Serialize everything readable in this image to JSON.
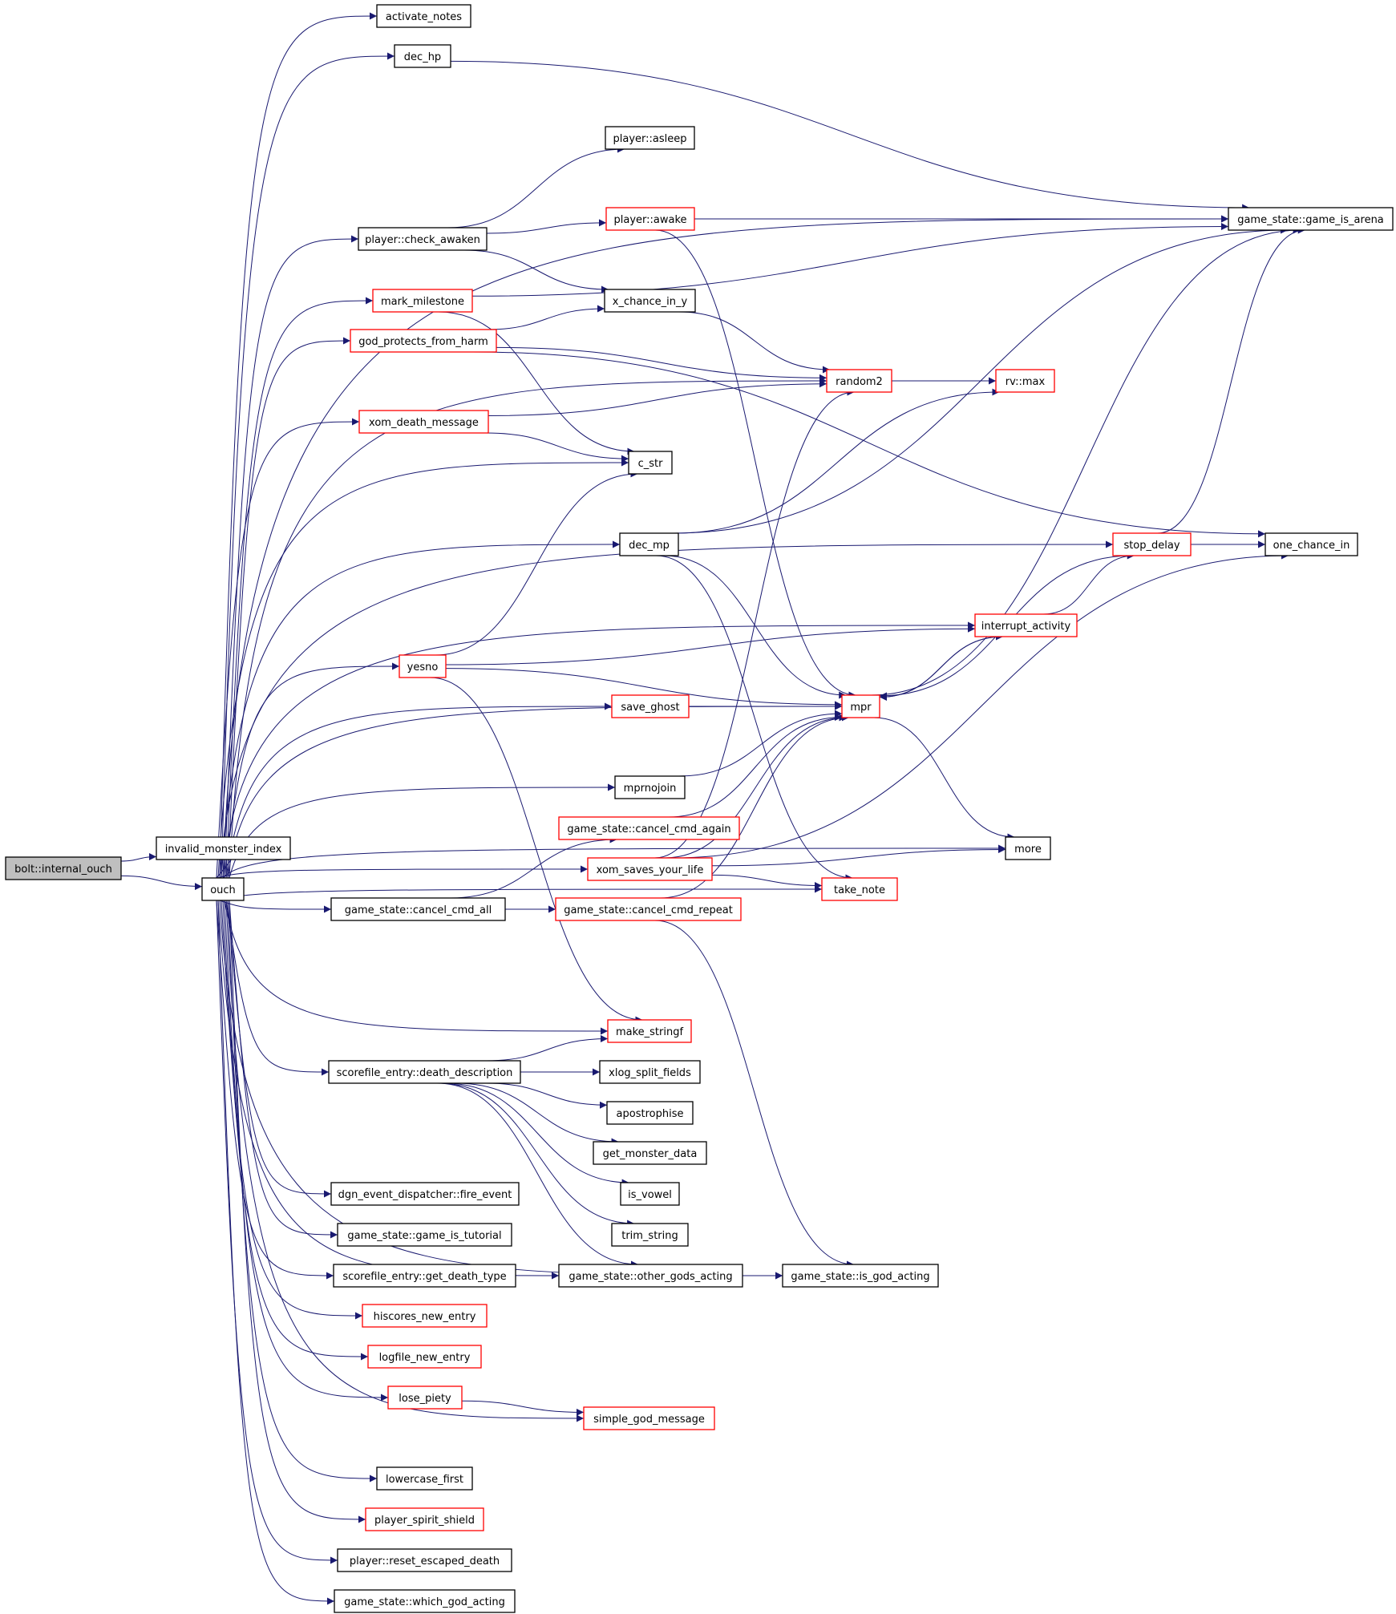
{
  "diagram": {
    "type": "call-graph",
    "colors": {
      "edge": "#191970",
      "node_border_default": "#000000",
      "node_border_truncated": "#ff0000",
      "root_fill": "#bfbfbf",
      "node_fill": "#ffffff",
      "text": "#000000"
    },
    "nodes": [
      {
        "id": "bolt_internal_ouch",
        "label": "bolt::internal_ouch",
        "style": "root"
      },
      {
        "id": "invalid_monster_index",
        "label": "invalid_monster_index",
        "style": "normal"
      },
      {
        "id": "ouch",
        "label": "ouch",
        "style": "normal"
      },
      {
        "id": "activate_notes",
        "label": "activate_notes",
        "style": "normal"
      },
      {
        "id": "dec_hp",
        "label": "dec_hp",
        "style": "normal"
      },
      {
        "id": "player_asleep",
        "label": "player::asleep",
        "style": "normal"
      },
      {
        "id": "player_check_awaken",
        "label": "player::check_awaken",
        "style": "normal"
      },
      {
        "id": "player_awake",
        "label": "player::awake",
        "style": "red"
      },
      {
        "id": "game_is_arena",
        "label": "game_state::game_is_arena",
        "style": "normal"
      },
      {
        "id": "mark_milestone",
        "label": "mark_milestone",
        "style": "red"
      },
      {
        "id": "x_chance_in_y",
        "label": "x_chance_in_y",
        "style": "normal"
      },
      {
        "id": "god_protects_from_harm",
        "label": "god_protects_from_harm",
        "style": "red"
      },
      {
        "id": "random2",
        "label": "random2",
        "style": "red"
      },
      {
        "id": "rv_max",
        "label": "rv::max",
        "style": "red"
      },
      {
        "id": "xom_death_message",
        "label": "xom_death_message",
        "style": "red"
      },
      {
        "id": "c_str",
        "label": "c_str",
        "style": "normal"
      },
      {
        "id": "dec_mp",
        "label": "dec_mp",
        "style": "normal"
      },
      {
        "id": "stop_delay",
        "label": "stop_delay",
        "style": "red"
      },
      {
        "id": "one_chance_in",
        "label": "one_chance_in",
        "style": "normal"
      },
      {
        "id": "interrupt_activity",
        "label": "interrupt_activity",
        "style": "red"
      },
      {
        "id": "yesno",
        "label": "yesno",
        "style": "red"
      },
      {
        "id": "save_ghost",
        "label": "save_ghost",
        "style": "red"
      },
      {
        "id": "mpr",
        "label": "mpr",
        "style": "red"
      },
      {
        "id": "mprnojoin",
        "label": "mprnojoin",
        "style": "normal"
      },
      {
        "id": "cancel_cmd_again",
        "label": "game_state::cancel_cmd_again",
        "style": "red"
      },
      {
        "id": "more",
        "label": "more",
        "style": "normal"
      },
      {
        "id": "xom_saves_your_life",
        "label": "xom_saves_your_life",
        "style": "red"
      },
      {
        "id": "take_note",
        "label": "take_note",
        "style": "red"
      },
      {
        "id": "cancel_cmd_all",
        "label": "game_state::cancel_cmd_all",
        "style": "normal"
      },
      {
        "id": "cancel_cmd_repeat",
        "label": "game_state::cancel_cmd_repeat",
        "style": "red"
      },
      {
        "id": "make_stringf",
        "label": "make_stringf",
        "style": "red"
      },
      {
        "id": "death_description",
        "label": "scorefile_entry::death_description",
        "style": "normal"
      },
      {
        "id": "xlog_split_fields",
        "label": "xlog_split_fields",
        "style": "normal"
      },
      {
        "id": "apostrophise",
        "label": "apostrophise",
        "style": "normal"
      },
      {
        "id": "get_monster_data",
        "label": "get_monster_data",
        "style": "normal"
      },
      {
        "id": "is_vowel",
        "label": "is_vowel",
        "style": "normal"
      },
      {
        "id": "trim_string",
        "label": "trim_string",
        "style": "normal"
      },
      {
        "id": "fire_event",
        "label": "dgn_event_dispatcher::fire_event",
        "style": "normal"
      },
      {
        "id": "game_is_tutorial",
        "label": "game_state::game_is_tutorial",
        "style": "normal"
      },
      {
        "id": "get_death_type",
        "label": "scorefile_entry::get_death_type",
        "style": "normal"
      },
      {
        "id": "other_gods_acting",
        "label": "game_state::other_gods_acting",
        "style": "normal"
      },
      {
        "id": "is_god_acting",
        "label": "game_state::is_god_acting",
        "style": "normal"
      },
      {
        "id": "hiscores_new_entry",
        "label": "hiscores_new_entry",
        "style": "red"
      },
      {
        "id": "logfile_new_entry",
        "label": "logfile_new_entry",
        "style": "red"
      },
      {
        "id": "lose_piety",
        "label": "lose_piety",
        "style": "red"
      },
      {
        "id": "simple_god_message",
        "label": "simple_god_message",
        "style": "red"
      },
      {
        "id": "lowercase_first",
        "label": "lowercase_first",
        "style": "normal"
      },
      {
        "id": "player_spirit_shield",
        "label": "player_spirit_shield",
        "style": "red"
      },
      {
        "id": "reset_escaped_death",
        "label": "player::reset_escaped_death",
        "style": "normal"
      },
      {
        "id": "which_god_acting",
        "label": "game_state::which_god_acting",
        "style": "normal"
      }
    ],
    "edges": [
      [
        "bolt_internal_ouch",
        "invalid_monster_index"
      ],
      [
        "bolt_internal_ouch",
        "ouch"
      ],
      [
        "ouch",
        "activate_notes"
      ],
      [
        "ouch",
        "dec_hp"
      ],
      [
        "ouch",
        "game_is_arena"
      ],
      [
        "ouch",
        "player_check_awaken"
      ],
      [
        "ouch",
        "mark_milestone"
      ],
      [
        "ouch",
        "god_protects_from_harm"
      ],
      [
        "ouch",
        "random2"
      ],
      [
        "ouch",
        "xom_death_message"
      ],
      [
        "ouch",
        "c_str"
      ],
      [
        "ouch",
        "stop_delay"
      ],
      [
        "ouch",
        "dec_mp"
      ],
      [
        "ouch",
        "interrupt_activity"
      ],
      [
        "ouch",
        "yesno"
      ],
      [
        "ouch",
        "save_ghost"
      ],
      [
        "ouch",
        "mpr"
      ],
      [
        "ouch",
        "mprnojoin"
      ],
      [
        "ouch",
        "invalid_monster_index"
      ],
      [
        "ouch",
        "xom_saves_your_life"
      ],
      [
        "ouch",
        "cancel_cmd_all"
      ],
      [
        "ouch",
        "take_note"
      ],
      [
        "ouch",
        "more"
      ],
      [
        "ouch",
        "make_stringf"
      ],
      [
        "ouch",
        "death_description"
      ],
      [
        "ouch",
        "fire_event"
      ],
      [
        "ouch",
        "game_is_tutorial"
      ],
      [
        "ouch",
        "get_death_type"
      ],
      [
        "ouch",
        "other_gods_acting"
      ],
      [
        "ouch",
        "is_god_acting"
      ],
      [
        "ouch",
        "hiscores_new_entry"
      ],
      [
        "ouch",
        "logfile_new_entry"
      ],
      [
        "ouch",
        "lose_piety"
      ],
      [
        "ouch",
        "simple_god_message"
      ],
      [
        "ouch",
        "lowercase_first"
      ],
      [
        "ouch",
        "player_spirit_shield"
      ],
      [
        "ouch",
        "reset_escaped_death"
      ],
      [
        "ouch",
        "which_god_acting"
      ],
      [
        "dec_hp",
        "game_is_arena"
      ],
      [
        "player_check_awaken",
        "player_asleep"
      ],
      [
        "player_check_awaken",
        "player_awake"
      ],
      [
        "player_check_awaken",
        "x_chance_in_y"
      ],
      [
        "player_awake",
        "game_is_arena"
      ],
      [
        "player_awake",
        "mpr"
      ],
      [
        "mark_milestone",
        "game_is_arena"
      ],
      [
        "mark_milestone",
        "c_str"
      ],
      [
        "god_protects_from_harm",
        "x_chance_in_y"
      ],
      [
        "god_protects_from_harm",
        "random2"
      ],
      [
        "god_protects_from_harm",
        "one_chance_in"
      ],
      [
        "x_chance_in_y",
        "random2"
      ],
      [
        "random2",
        "rv_max"
      ],
      [
        "xom_death_message",
        "random2"
      ],
      [
        "xom_death_message",
        "c_str"
      ],
      [
        "dec_mp",
        "rv_max"
      ],
      [
        "dec_mp",
        "game_is_arena"
      ],
      [
        "dec_mp",
        "mpr"
      ],
      [
        "dec_mp",
        "take_note"
      ],
      [
        "stop_delay",
        "game_is_arena"
      ],
      [
        "stop_delay",
        "one_chance_in"
      ],
      [
        "stop_delay",
        "mpr"
      ],
      [
        "interrupt_activity",
        "stop_delay"
      ],
      [
        "interrupt_activity",
        "mpr"
      ],
      [
        "mpr",
        "interrupt_activity"
      ],
      [
        "mpr",
        "game_is_arena"
      ],
      [
        "mpr",
        "more"
      ],
      [
        "yesno",
        "c_str"
      ],
      [
        "yesno",
        "interrupt_activity"
      ],
      [
        "yesno",
        "mpr"
      ],
      [
        "yesno",
        "make_stringf"
      ],
      [
        "save_ghost",
        "mpr"
      ],
      [
        "mprnojoin",
        "mpr"
      ],
      [
        "cancel_cmd_again",
        "mpr"
      ],
      [
        "xom_saves_your_life",
        "random2"
      ],
      [
        "xom_saves_your_life",
        "mpr"
      ],
      [
        "xom_saves_your_life",
        "one_chance_in"
      ],
      [
        "xom_saves_your_life",
        "more"
      ],
      [
        "xom_saves_your_life",
        "take_note"
      ],
      [
        "cancel_cmd_all",
        "cancel_cmd_again"
      ],
      [
        "cancel_cmd_all",
        "cancel_cmd_repeat"
      ],
      [
        "cancel_cmd_repeat",
        "mpr"
      ],
      [
        "cancel_cmd_repeat",
        "is_god_acting"
      ],
      [
        "death_description",
        "make_stringf"
      ],
      [
        "death_description",
        "xlog_split_fields"
      ],
      [
        "death_description",
        "apostrophise"
      ],
      [
        "death_description",
        "get_monster_data"
      ],
      [
        "death_description",
        "is_vowel"
      ],
      [
        "death_description",
        "trim_string"
      ],
      [
        "death_description",
        "other_gods_acting"
      ],
      [
        "other_gods_acting",
        "is_god_acting"
      ],
      [
        "lose_piety",
        "simple_god_message"
      ]
    ]
  }
}
